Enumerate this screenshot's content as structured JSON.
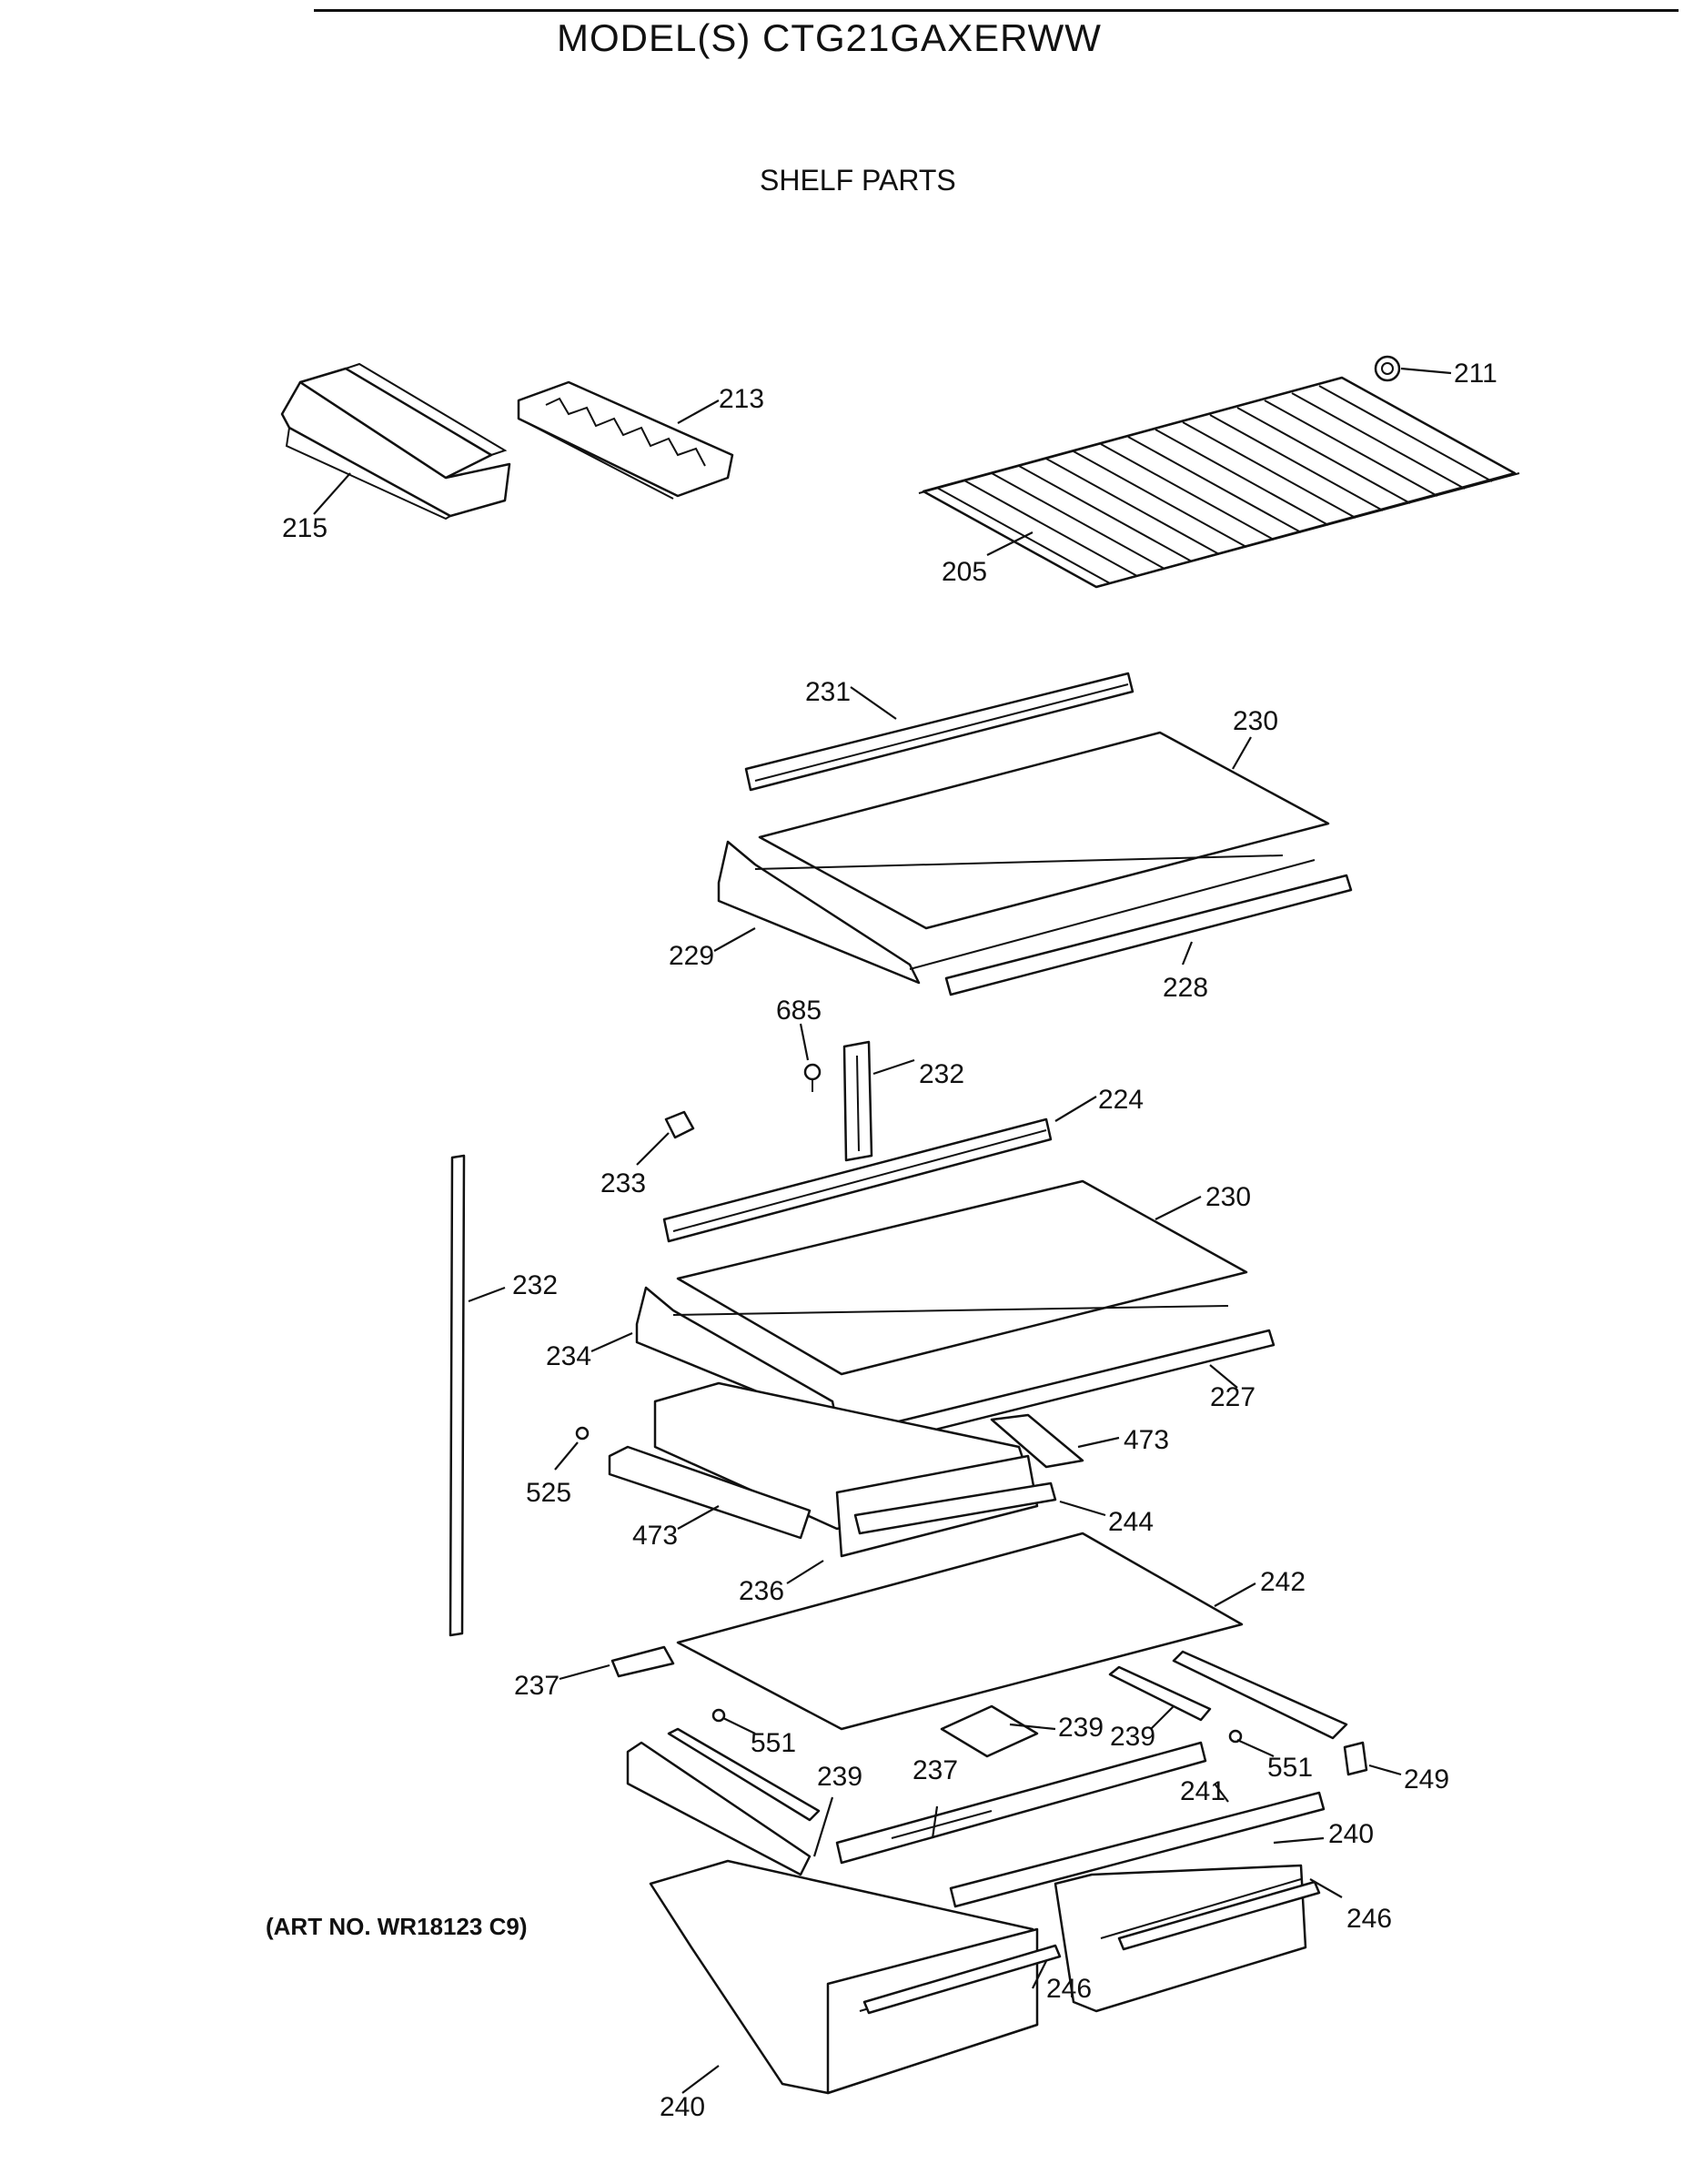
{
  "header": {
    "model_title": "MODEL(S) CTG21GAXERWW",
    "section_title": "SHELF PARTS"
  },
  "footer": {
    "art_number": "(ART NO. WR18123 C9)"
  },
  "callouts": [
    {
      "id": "c211",
      "label": "211"
    },
    {
      "id": "c213",
      "label": "213"
    },
    {
      "id": "c215",
      "label": "215"
    },
    {
      "id": "c205",
      "label": "205"
    },
    {
      "id": "c231",
      "label": "231"
    },
    {
      "id": "c230a",
      "label": "230"
    },
    {
      "id": "c229",
      "label": "229"
    },
    {
      "id": "c228",
      "label": "228"
    },
    {
      "id": "c685",
      "label": "685"
    },
    {
      "id": "c232a",
      "label": "232"
    },
    {
      "id": "c224",
      "label": "224"
    },
    {
      "id": "c233",
      "label": "233"
    },
    {
      "id": "c230b",
      "label": "230"
    },
    {
      "id": "c232b",
      "label": "232"
    },
    {
      "id": "c234",
      "label": "234"
    },
    {
      "id": "c227",
      "label": "227"
    },
    {
      "id": "c473a",
      "label": "473"
    },
    {
      "id": "c525",
      "label": "525"
    },
    {
      "id": "c473b",
      "label": "473"
    },
    {
      "id": "c244",
      "label": "244"
    },
    {
      "id": "c236",
      "label": "236"
    },
    {
      "id": "c242",
      "label": "242"
    },
    {
      "id": "c237a",
      "label": "237"
    },
    {
      "id": "c551a",
      "label": "551"
    },
    {
      "id": "c239a",
      "label": "239"
    },
    {
      "id": "c239b",
      "label": "239"
    },
    {
      "id": "c551b",
      "label": "551"
    },
    {
      "id": "c249",
      "label": "249"
    },
    {
      "id": "c239c",
      "label": "239"
    },
    {
      "id": "c237b",
      "label": "237"
    },
    {
      "id": "c241",
      "label": "241"
    },
    {
      "id": "c240a",
      "label": "240"
    },
    {
      "id": "c246a",
      "label": "246"
    },
    {
      "id": "c246b",
      "label": "246"
    },
    {
      "id": "c240b",
      "label": "240"
    }
  ]
}
